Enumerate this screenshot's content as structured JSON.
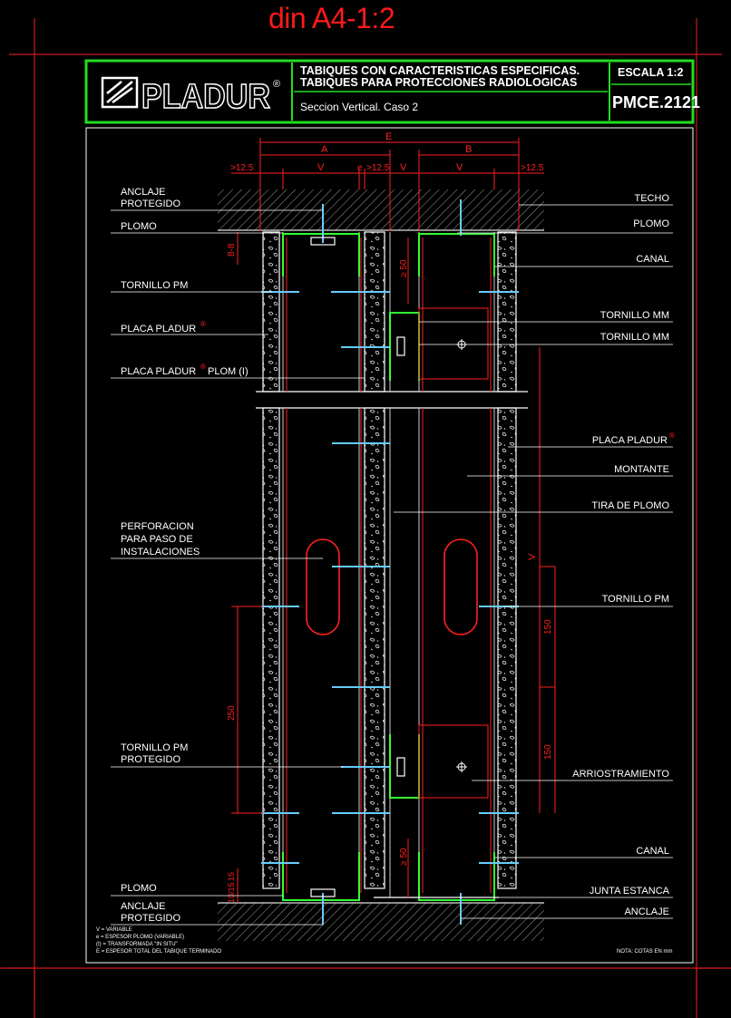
{
  "page_title": "din A4-1:2",
  "title_block": {
    "logo_text": "PLADUR",
    "logo_mark": "®",
    "title_line1": "TABIQUES CON CARACTERISTICAS ESPECIFICAS.",
    "title_line2": "TABIQUES PARA PROTECCIONES RADIOLOGICAS",
    "subtitle": "Seccion Vertical. Caso 2",
    "scale": "ESCALA 1:2",
    "code": "PMCE.2121"
  },
  "dimensions_top": {
    "E": "E",
    "A": "A",
    "B": "B",
    "d1": ">12.5",
    "V1": "V",
    "e": "e",
    "d2": ">12.5",
    "V2": "V",
    "V3": "V",
    "d3": ">12.5"
  },
  "dimensions_side": {
    "d_88": "8-8",
    "d_50a": "≥ 50",
    "d_V": "V",
    "d_150a": "150",
    "d_150b": "150",
    "d_250": "250",
    "d_50b": "≥ 50",
    "d_15": "15",
    "d_1015": "10/15"
  },
  "labels_left": {
    "anclaje_protegido_top_1": "ANCLAJE",
    "anclaje_protegido_top_2": "PROTEGIDO",
    "plomo_top": "PLOMO",
    "tornillo_pm": "TORNILLO PM",
    "placa_pladur": "PLACA PLADUR",
    "placa_pladur_plom": "PLACA PLADUR",
    "placa_pladur_plom_suffix": "PLOM (I)",
    "perforacion_1": "PERFORACION",
    "perforacion_2": "PARA PASO DE",
    "perforacion_3": "INSTALACIONES",
    "tornillo_pm_prot_1": "TORNILLO PM",
    "tornillo_pm_prot_2": "PROTEGIDO",
    "plomo_bottom": "PLOMO",
    "anclaje_protegido_bot_1": "ANCLAJE",
    "anclaje_protegido_bot_2": "PROTEGIDO",
    "reg_mark": "®"
  },
  "labels_right": {
    "techo": "TECHO",
    "plomo": "PLOMO",
    "canal_top": "CANAL",
    "tornillo_mm_1": "TORNILLO MM",
    "tornillo_mm_2": "TORNILLO MM",
    "placa_pladur": "PLACA PLADUR",
    "montante": "MONTANTE",
    "tira_de_plomo": "TIRA DE PLOMO",
    "tornillo_pm": "TORNILLO PM",
    "arriostramiento": "ARRIOSTRAMIENTO",
    "canal_bottom": "CANAL",
    "junta_estanca": "JUNTA ESTANCA",
    "anclaje": "ANCLAJE"
  },
  "legend": {
    "line1": "V = VARIABLE",
    "line2": "e = ESPESOR PLOMO (VARIABLE)",
    "line3": "(I) = TRANSFORMADA \"IN SITU\"",
    "line4": "E = ESPESOR TOTAL DEL TABIQUE TERMINADO"
  },
  "note": "NOTA: COTAS EN mm",
  "colors": {
    "background": "#000000",
    "title_red": "#ff1a1a",
    "frame_green": "#22dd22",
    "dimension_red": "#ff2020",
    "profile_green": "#33ff33",
    "panel_white": "#ffffff",
    "screw_cyan": "#66ccff"
  }
}
